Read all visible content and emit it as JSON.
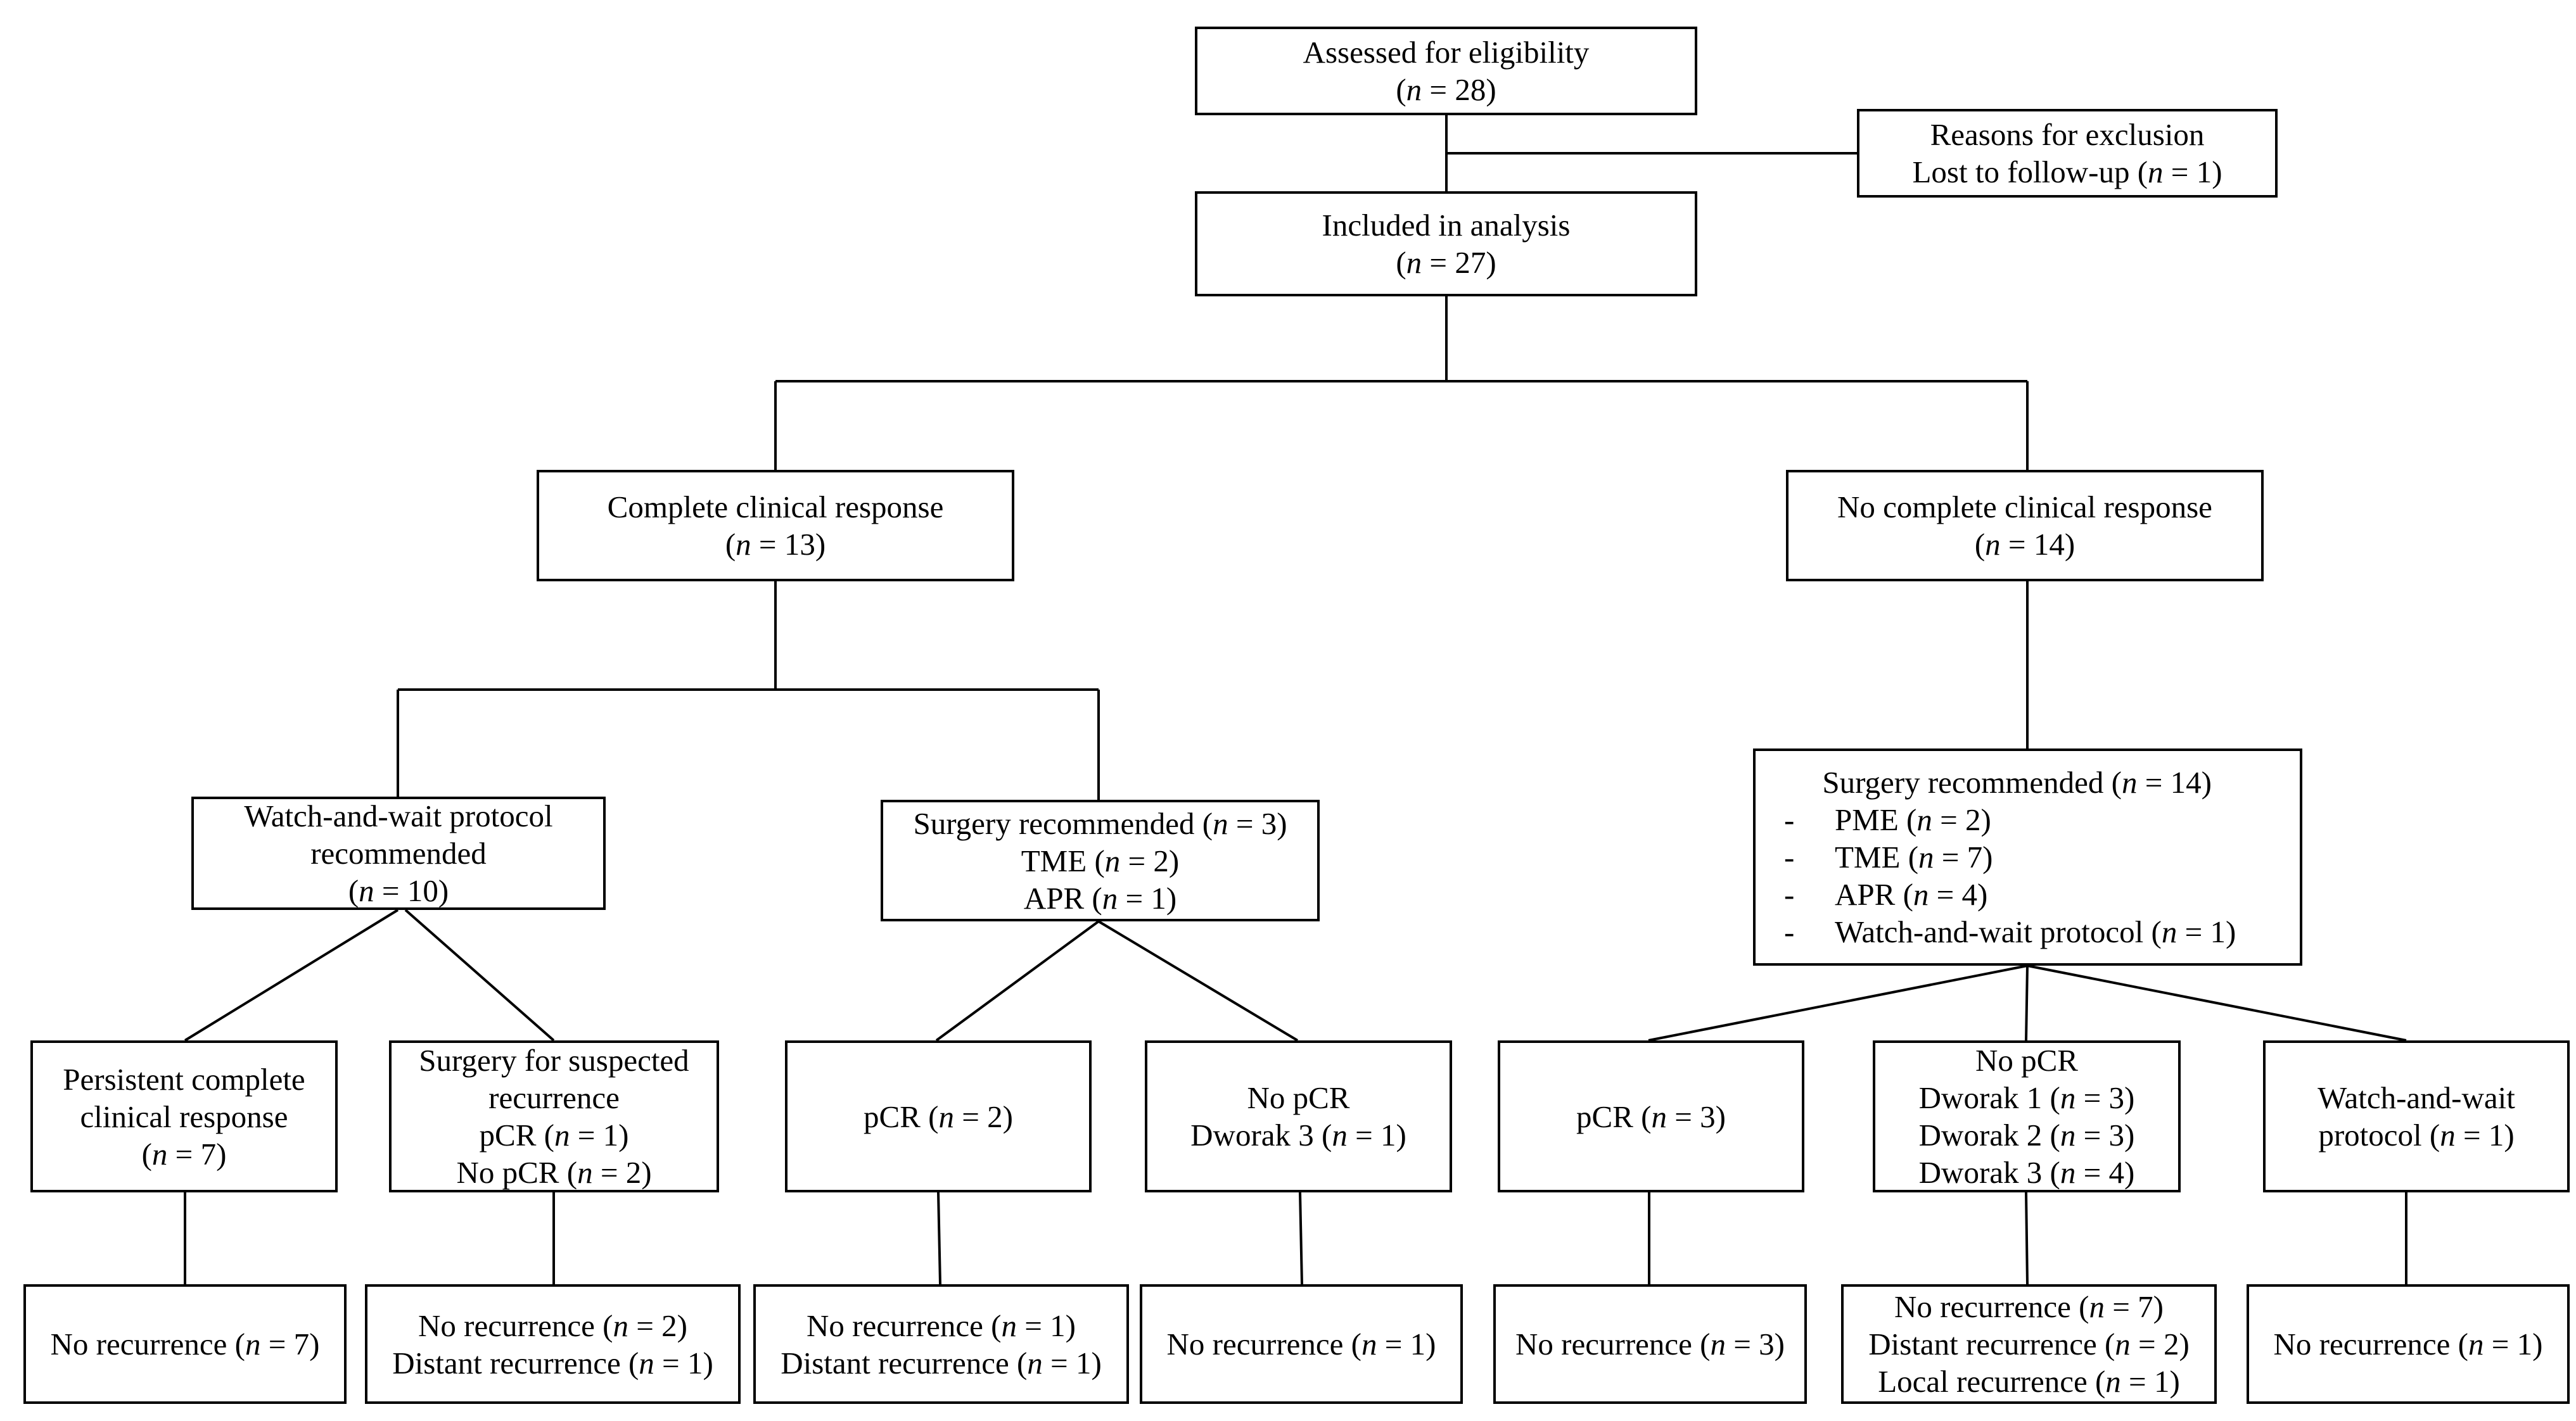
{
  "nodes": {
    "assessed": {
      "lines": [
        "Assessed for eligibility",
        "(n = 28)"
      ]
    },
    "exclusion": {
      "lines": [
        "Reasons for exclusion",
        "Lost to follow-up (n = 1)"
      ]
    },
    "included": {
      "lines": [
        "Included in analysis",
        "(n = 27)"
      ]
    },
    "ccr": {
      "lines": [
        "Complete clinical response",
        "(n = 13)"
      ]
    },
    "nccr": {
      "lines": [
        "No complete clinical response",
        "(n = 14)"
      ]
    },
    "ww_recommended": {
      "lines": [
        "Watch-and-wait protocol",
        "recommended",
        "(n = 10)"
      ]
    },
    "surgery_ccr": {
      "lines": [
        "Surgery recommended (n = 3)",
        "TME (n = 2)",
        "APR (n = 1)"
      ]
    },
    "surgery_nccr": {
      "title": "Surgery recommended (n = 14)",
      "items": [
        "PME (n = 2)",
        "TME (n = 7)",
        "APR (n = 4)",
        "Watch-and-wait protocol (n = 1)"
      ],
      "bullet": "-"
    },
    "persistent_ccr": {
      "lines": [
        "Persistent complete",
        "clinical response",
        "(n = 7)"
      ]
    },
    "surgery_suspected": {
      "lines": [
        "Surgery for suspected",
        "recurrence",
        "pCR (n = 1)",
        "No pCR (n = 2)"
      ]
    },
    "pcr_ccr": {
      "lines": [
        "pCR (n = 2)"
      ]
    },
    "nopcr_ccr": {
      "lines": [
        "No pCR",
        "Dworak 3 (n = 1)"
      ]
    },
    "pcr_nccr": {
      "lines": [
        "pCR (n = 3)"
      ]
    },
    "nopcr_nccr": {
      "lines": [
        "No pCR",
        "Dworak 1 (n = 3)",
        "Dworak 2 (n = 3)",
        "Dworak 3 (n = 4)"
      ]
    },
    "ww_nccr": {
      "lines": [
        "Watch-and-wait",
        "protocol (n = 1)"
      ]
    },
    "out_persistent": {
      "lines": [
        "No recurrence (n = 7)"
      ]
    },
    "out_suspected": {
      "lines": [
        "No recurrence (n = 2)",
        "Distant recurrence (n = 1)"
      ]
    },
    "out_pcr_ccr": {
      "lines": [
        "No recurrence (n = 1)",
        "Distant recurrence (n = 1)"
      ]
    },
    "out_nopcr_ccr": {
      "lines": [
        "No recurrence (n = 1)"
      ]
    },
    "out_pcr_nccr": {
      "lines": [
        "No recurrence (n = 3)"
      ]
    },
    "out_nopcr_nccr": {
      "lines": [
        "No recurrence (n = 7)",
        "Distant recurrence (n = 2)",
        "Local recurrence (n = 1)"
      ]
    },
    "out_ww_nccr": {
      "lines": [
        "No recurrence (n = 1)"
      ]
    }
  }
}
